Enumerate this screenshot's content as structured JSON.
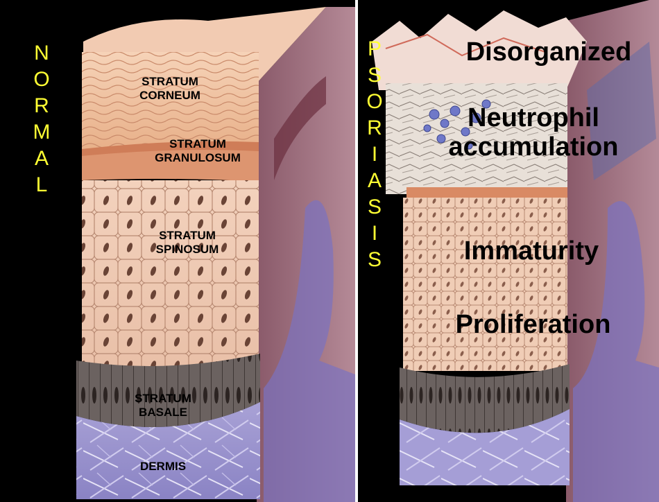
{
  "normal": {
    "side_word": [
      "N",
      "O",
      "R",
      "M",
      "A",
      "L"
    ],
    "labels": {
      "corneum": "STRATUM\nCORNEUM",
      "granulosum": "STRATUM\nGRANULOSUM",
      "spinosum": "STRATUM\nSPINOSUM",
      "basale": "STRATUM\nBASALE",
      "dermis": "DERMIS"
    }
  },
  "psoriasis": {
    "side_word": [
      "P",
      "S",
      "O",
      "R",
      "I",
      "A",
      "S",
      "I",
      "S"
    ],
    "labels": {
      "disorganized": "Disorganized",
      "neutrophil": "Neutrophil\naccumulation",
      "immaturity": "Immaturity",
      "proliferation": "Proliferation"
    }
  },
  "colors": {
    "accent_text": "#ffff33",
    "background": "#000000",
    "divider": "#ffffff"
  }
}
